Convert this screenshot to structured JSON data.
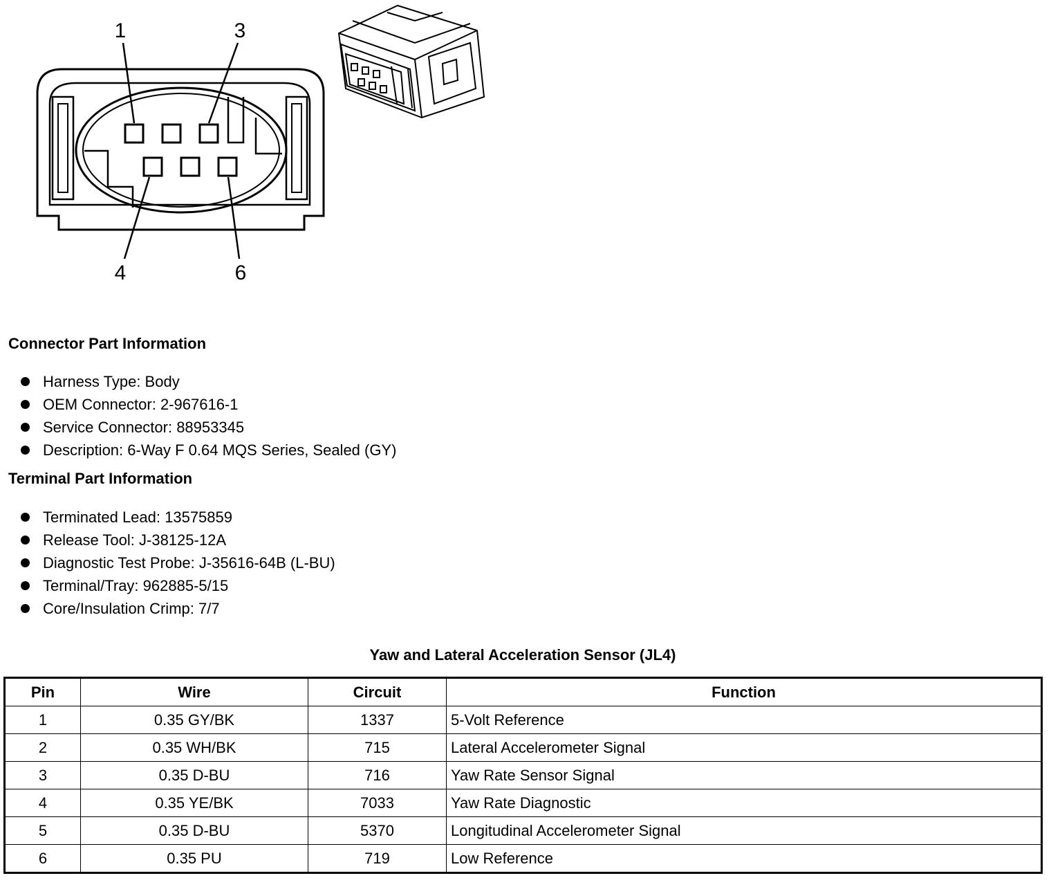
{
  "diagram": {
    "pin_labels": [
      "1",
      "3",
      "4",
      "6"
    ]
  },
  "connector_info": {
    "heading": "Connector Part Information",
    "items": [
      "Harness Type: Body",
      "OEM Connector: 2-967616-1",
      "Service Connector: 88953345",
      "Description: 6-Way F 0.64 MQS Series, Sealed (GY)"
    ]
  },
  "terminal_info": {
    "heading": "Terminal Part Information",
    "items": [
      "Terminated Lead: 13575859",
      "Release Tool: J-38125-12A",
      "Diagnostic Test Probe: J-35616-64B (L-BU)",
      "Terminal/Tray: 962885-5/15",
      "Core/Insulation Crimp: 7/7"
    ]
  },
  "pin_table": {
    "title": "Yaw and Lateral Acceleration Sensor (JL4)",
    "headers": [
      "Pin",
      "Wire",
      "Circuit",
      "Function"
    ],
    "rows": [
      [
        "1",
        "0.35 GY/BK",
        "1337",
        "5-Volt Reference"
      ],
      [
        "2",
        "0.35 WH/BK",
        "715",
        "Lateral Accelerometer Signal"
      ],
      [
        "3",
        "0.35 D-BU",
        "716",
        "Yaw Rate Sensor Signal"
      ],
      [
        "4",
        "0.35 YE/BK",
        "7033",
        "Yaw Rate Diagnostic"
      ],
      [
        "5",
        "0.35 D-BU",
        "5370",
        "Longitudinal Accelerometer Signal"
      ],
      [
        "6",
        "0.35 PU",
        "719",
        "Low Reference"
      ]
    ]
  }
}
